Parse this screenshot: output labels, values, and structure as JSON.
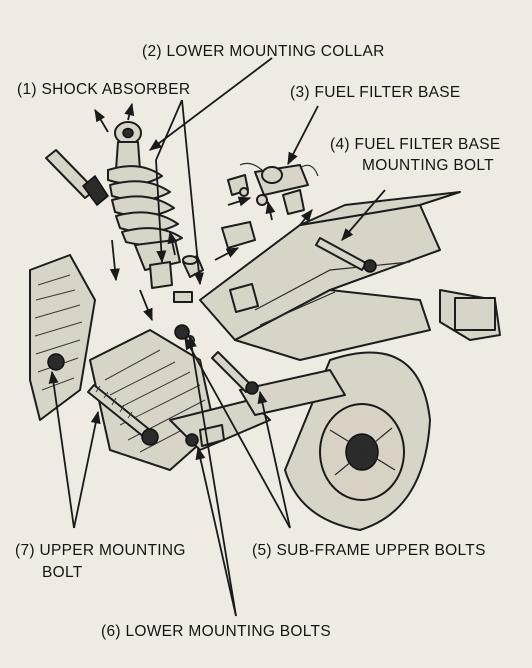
{
  "labels": {
    "shock_absorber": "(1) SHOCK ABSORBER",
    "lower_mounting_collar": "(2) LOWER MOUNTING COLLAR",
    "fuel_filter_base": "(3) FUEL FILTER BASE",
    "fuel_filter_base_bolt_line1": "(4) FUEL FILTER BASE",
    "fuel_filter_base_bolt_line2": "MOUNTING BOLT",
    "sub_frame_upper_bolts": "(5) SUB-FRAME UPPER BOLTS",
    "lower_mounting_bolts": "(6) LOWER MOUNTING BOLTS",
    "upper_mounting_bolt_line1": "(7) UPPER MOUNTING",
    "upper_mounting_bolt_line2": "BOLT"
  }
}
